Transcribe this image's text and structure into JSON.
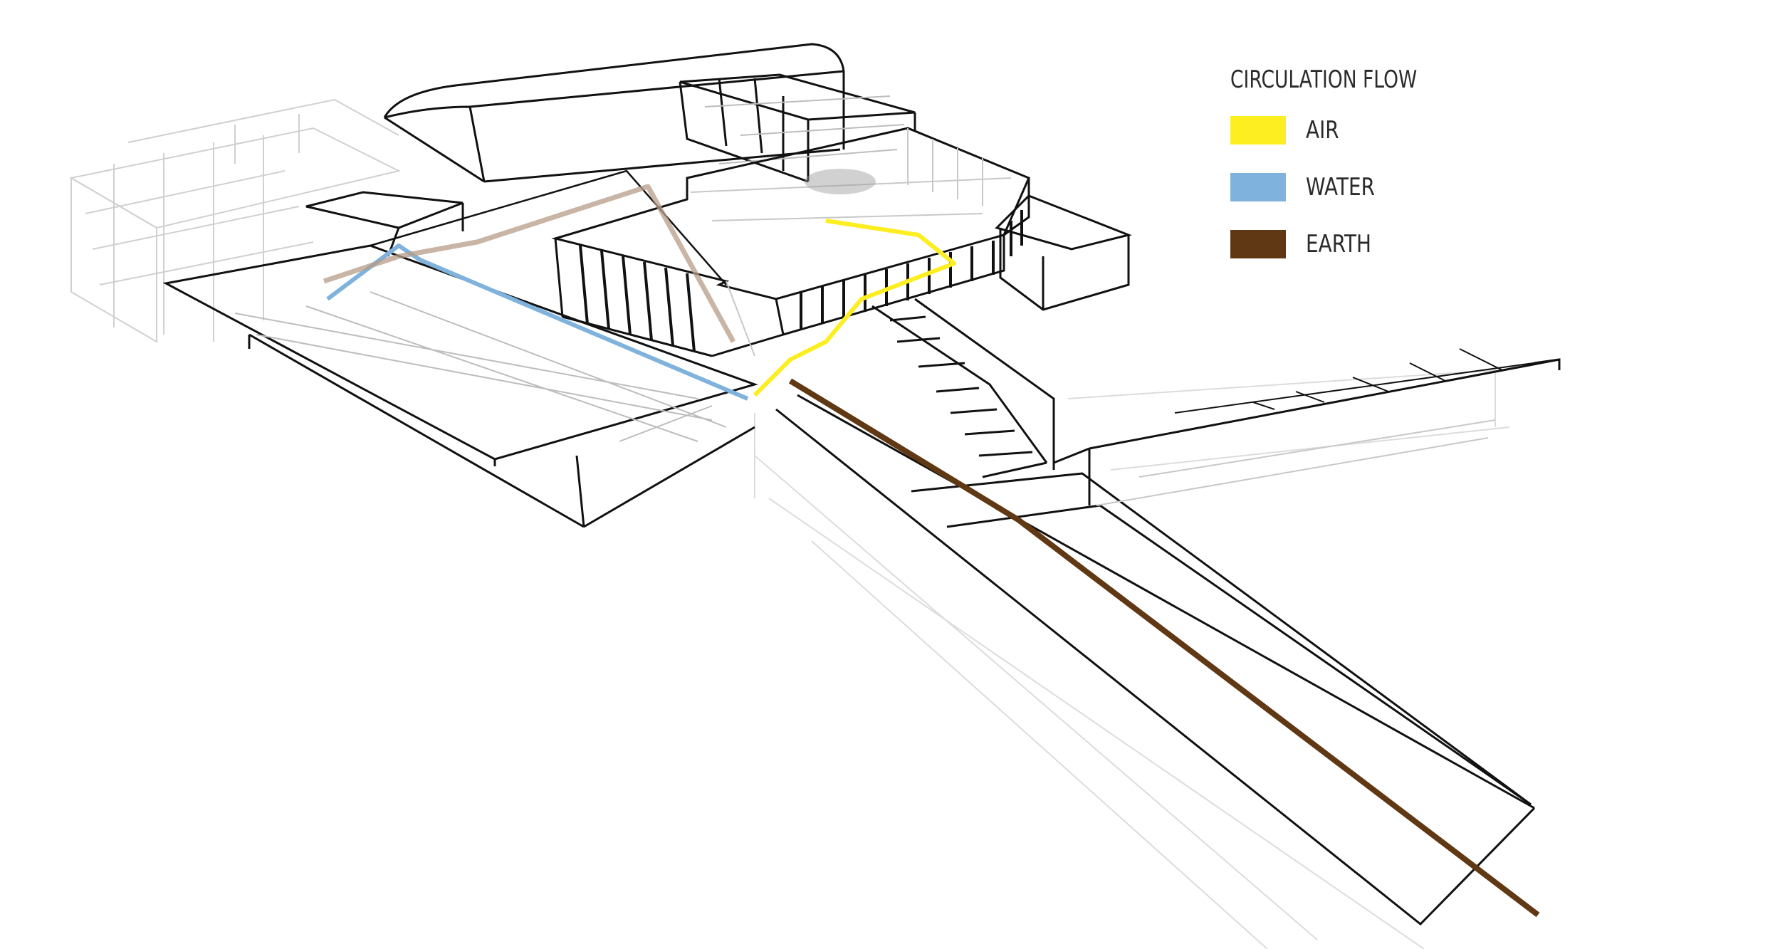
{
  "legend": {
    "title": "CIRCULATION FLOW",
    "items": [
      {
        "label": "AIR",
        "color": "#fcee21"
      },
      {
        "label": "WATER",
        "color": "#7fb2dc"
      },
      {
        "label": "EARTH",
        "color": "#603813"
      }
    ]
  },
  "colors": {
    "line": "#111111",
    "ghost": "#cfcfcf",
    "air": "#fcee21",
    "water": "#7fb2dc",
    "earth": "#603813",
    "earth_faded": "#b59c88"
  }
}
